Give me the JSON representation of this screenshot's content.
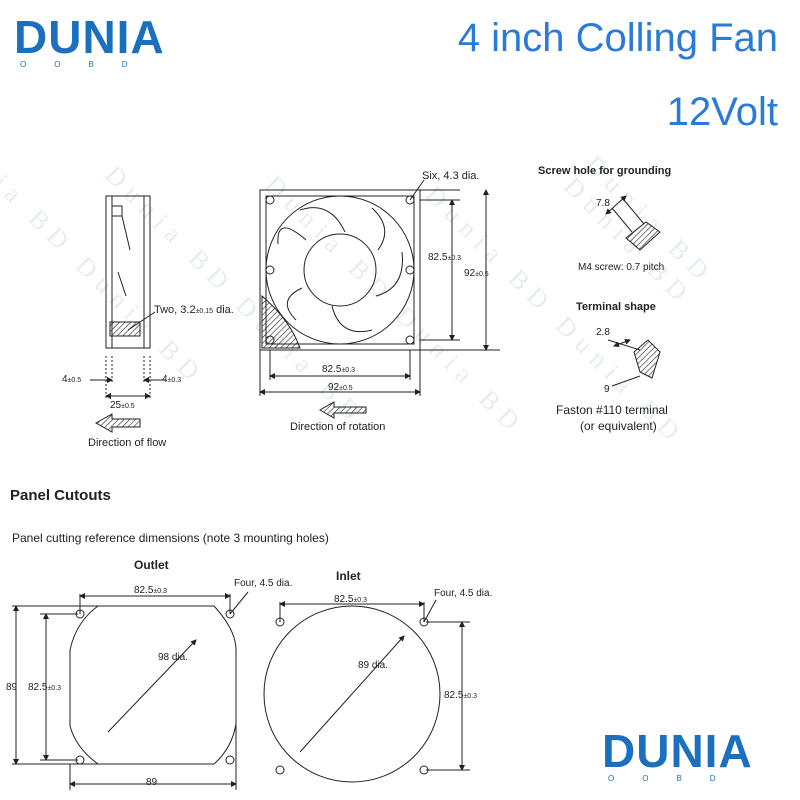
{
  "title": {
    "line1": "4 inch Colling Fan",
    "line2": "12Volt"
  },
  "logo": {
    "word": "DUNIA",
    "sub": "OOBD",
    "accent": "#1a6fbf"
  },
  "watermark": "Dunia BD",
  "side_view": {
    "two_holes": "Two, 3.2",
    "two_holes_tol": "±0.15",
    "two_holes_unit": "dia.",
    "dim_left": "4",
    "dim_left_tol": "±0.5",
    "dim_right": "4",
    "dim_right_tol": "±0.3",
    "dim_depth": "25",
    "dim_depth_tol": "±0.5",
    "flow_caption": "Direction of flow"
  },
  "front_view": {
    "six_holes": "Six, 4.3 dia.",
    "dim_inner_v": "82.5",
    "dim_inner_v_tol": "±0.3",
    "dim_outer_v": "92",
    "dim_outer_v_tol": "±0.5",
    "dim_inner_h": "82.5",
    "dim_inner_h_tol": "±0.3",
    "dim_outer_h": "92",
    "dim_outer_h_tol": "±0.5",
    "rotation_caption": "Direction of rotation"
  },
  "screw_hole": {
    "heading": "Screw hole for grounding",
    "dim": "7.8",
    "caption": "M4 screw: 0.7 pitch"
  },
  "terminal": {
    "heading": "Terminal shape",
    "dim_top": "2.8",
    "dim_bottom": "9",
    "caption1": "Faston #110 terminal",
    "caption2": "(or equivalent)"
  },
  "panel": {
    "heading": "Panel Cutouts",
    "subheading": "Panel cutting reference dimensions (note 3 mounting holes)",
    "outlet": {
      "label": "Outlet",
      "top_dim": "82.5",
      "top_tol": "±0.3",
      "holes": "Four, 4.5 dia.",
      "diameter": "98 dia.",
      "left_outer": "89",
      "left_inner": "82.5",
      "left_tol": "±0.3",
      "bottom_dim": "89"
    },
    "inlet": {
      "label": "Inlet",
      "top_dim": "82.5",
      "top_tol": "±0.3",
      "holes": "Four, 4.5 dia.",
      "diameter": "89 dia.",
      "right_dim": "82.5",
      "right_tol": "±0.3"
    }
  }
}
